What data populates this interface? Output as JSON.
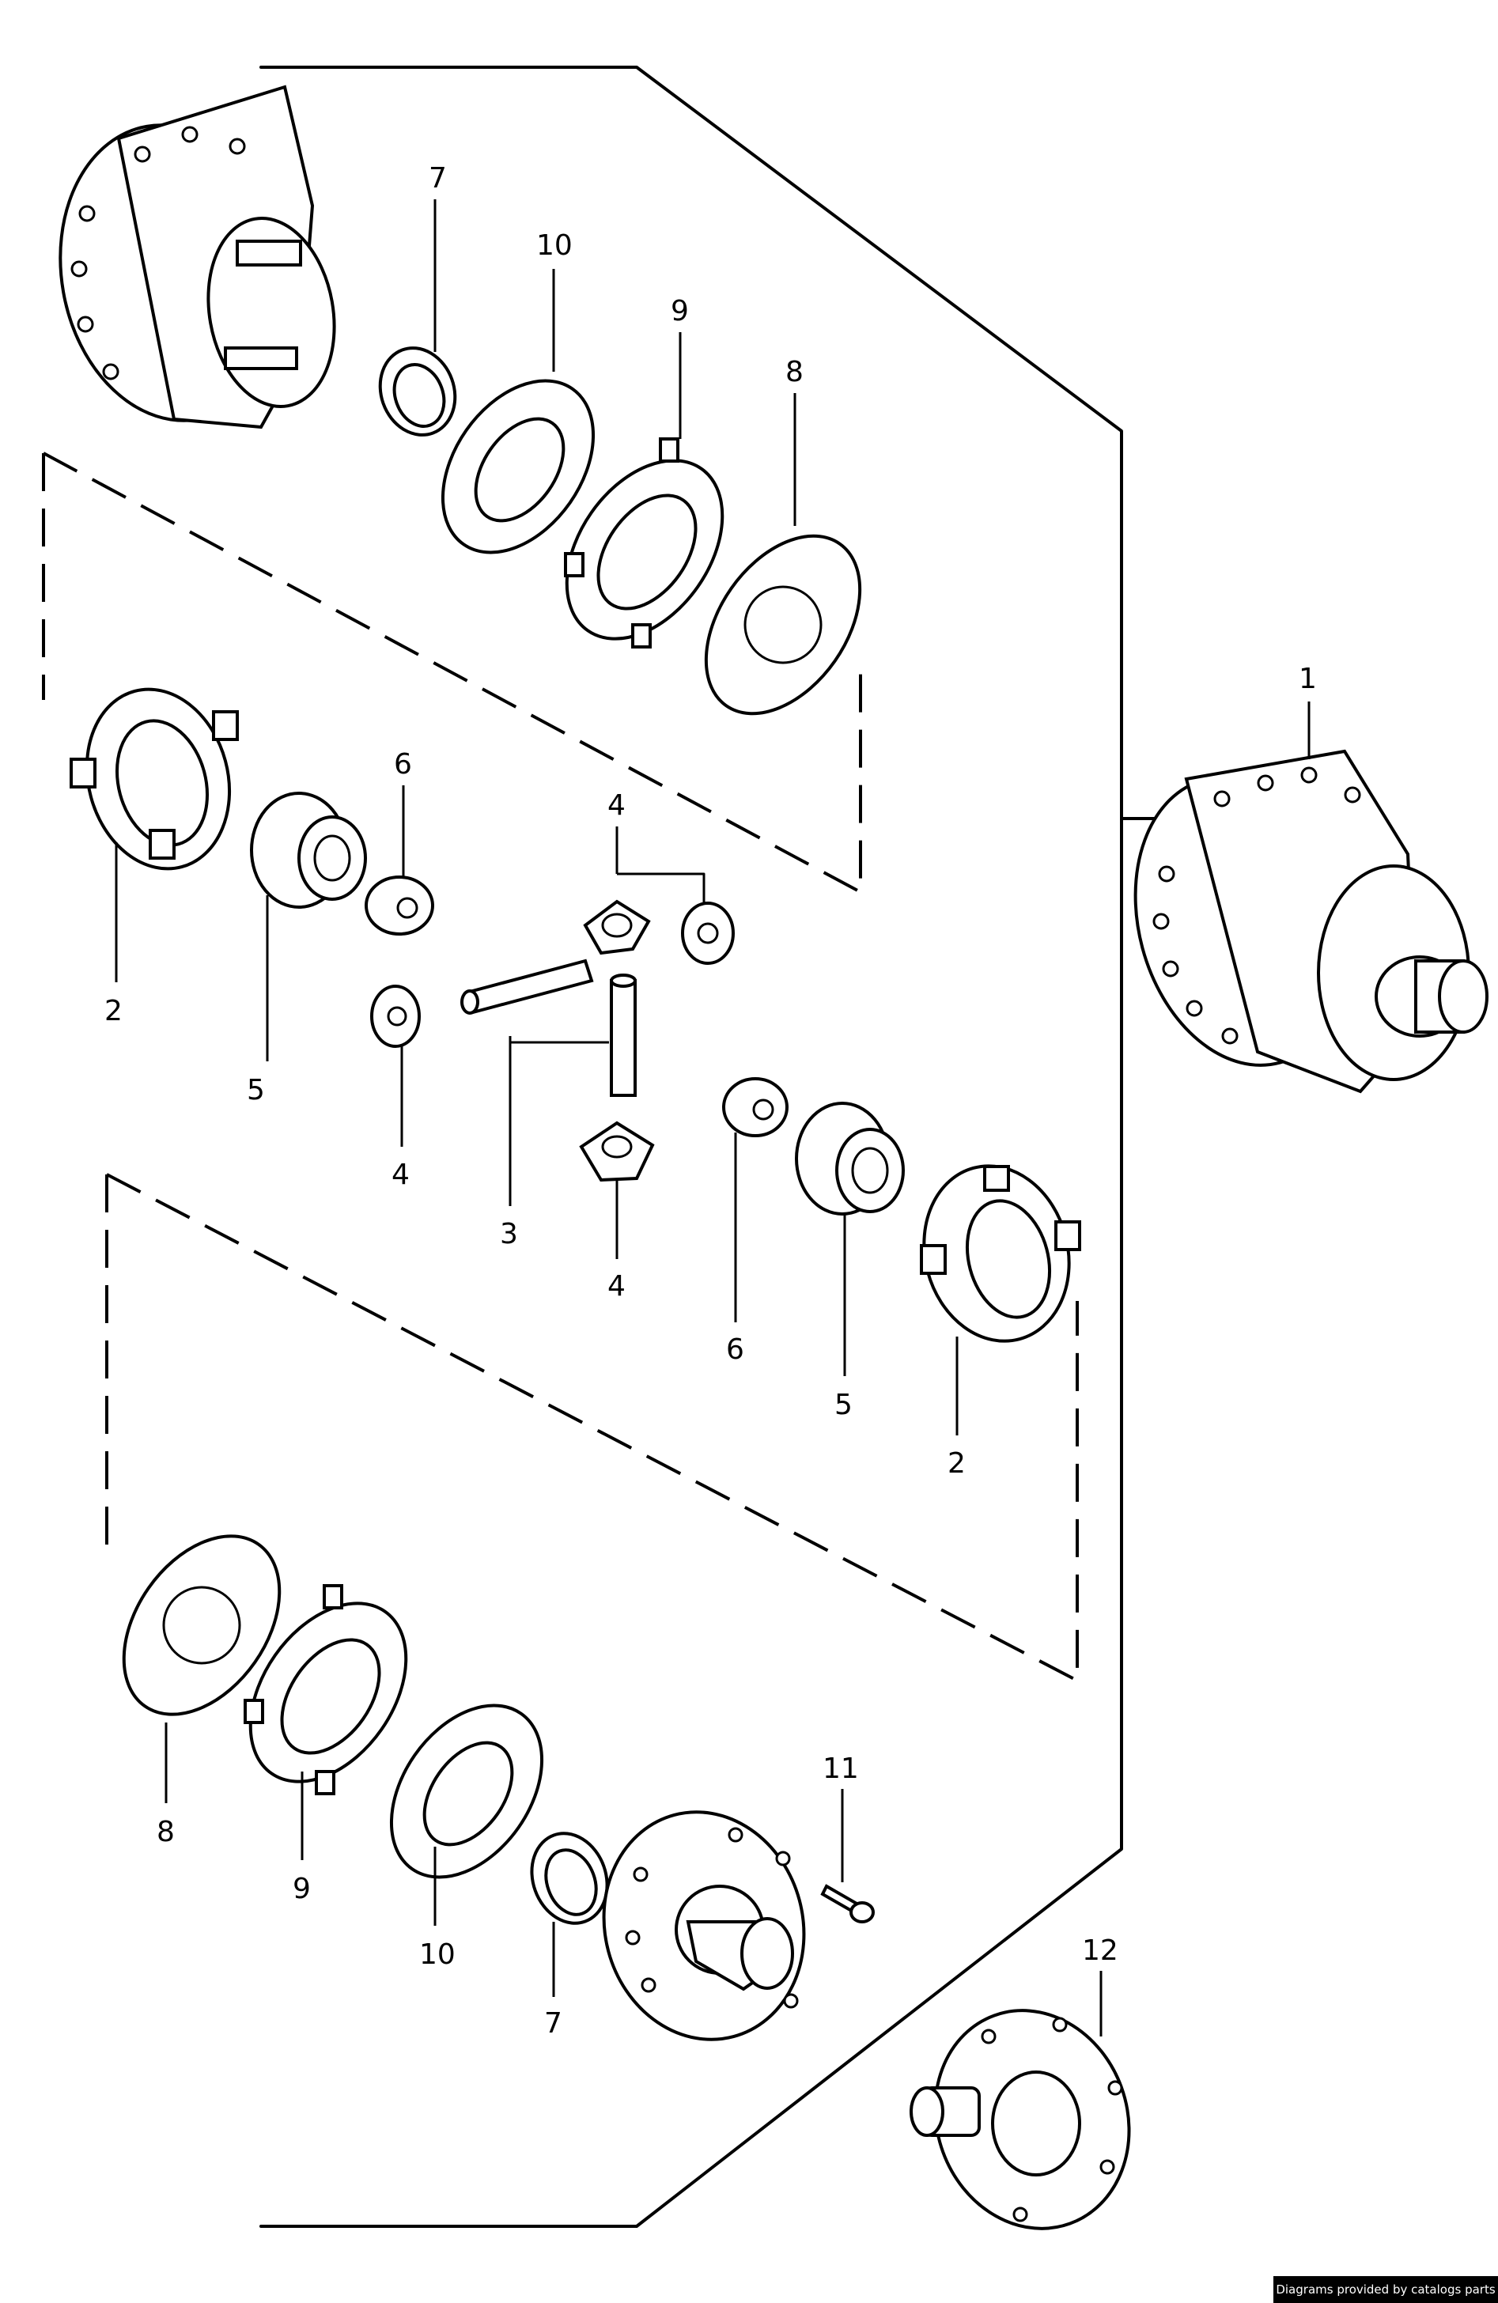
{
  "callouts": {
    "c1": "1",
    "c2a": "2",
    "c2b": "2",
    "c3": "3",
    "c4a": "4",
    "c4b": "4",
    "c4c": "4",
    "c5a": "5",
    "c5b": "5",
    "c6a": "6",
    "c6b": "6",
    "c7a": "7",
    "c7b": "7",
    "c8a": "8",
    "c8b": "8",
    "c9a": "9",
    "c9b": "9",
    "c10a": "10",
    "c10b": "10",
    "c11": "11",
    "c12": "12"
  },
  "footer": {
    "credit": "Diagrams provided by catalogs parts"
  }
}
